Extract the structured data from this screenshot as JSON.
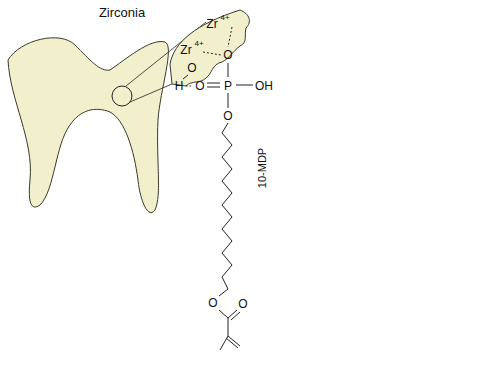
{
  "diagram": {
    "title": "Zirconia",
    "labels": [
      "Zr",
      "4+",
      "Zr",
      "4+",
      "O",
      "O",
      "H",
      "O",
      "P",
      "OH",
      "O",
      "O",
      "O",
      "10-MDP"
    ]
  }
}
